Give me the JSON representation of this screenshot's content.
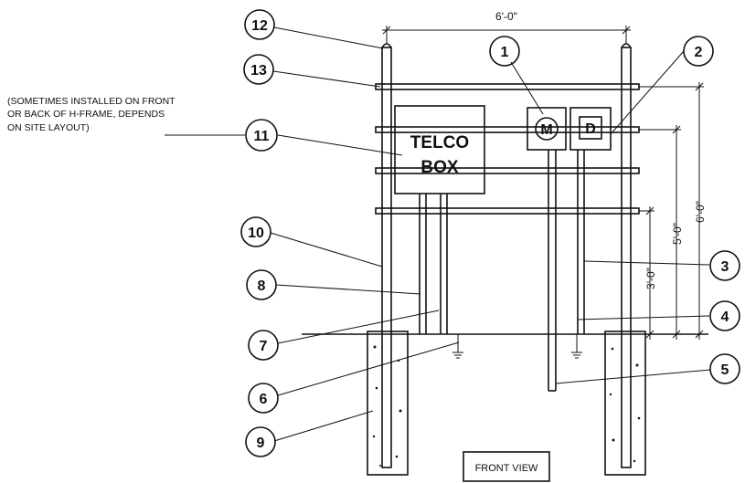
{
  "diagram": {
    "dimensions": {
      "width_label": "6'-0\"",
      "height_3ft": "3'-0\"",
      "height_5ft": "5'-0\"",
      "height_6ft": "6'-0\""
    },
    "telco_box": {
      "line1": "TELCO",
      "line2": "BOX"
    },
    "meter_label": "M",
    "disconnect_label": "D",
    "note": {
      "line1": "(SOMETIMES INSTALLED ON FRONT",
      "line2": "OR BACK OF H-FRAME, DEPENDS",
      "line3": "ON SITE LAYOUT)"
    },
    "callouts": [
      "1",
      "2",
      "3",
      "4",
      "5",
      "6",
      "7",
      "8",
      "9",
      "10",
      "11",
      "12",
      "13"
    ],
    "view_label": "FRONT VIEW"
  }
}
